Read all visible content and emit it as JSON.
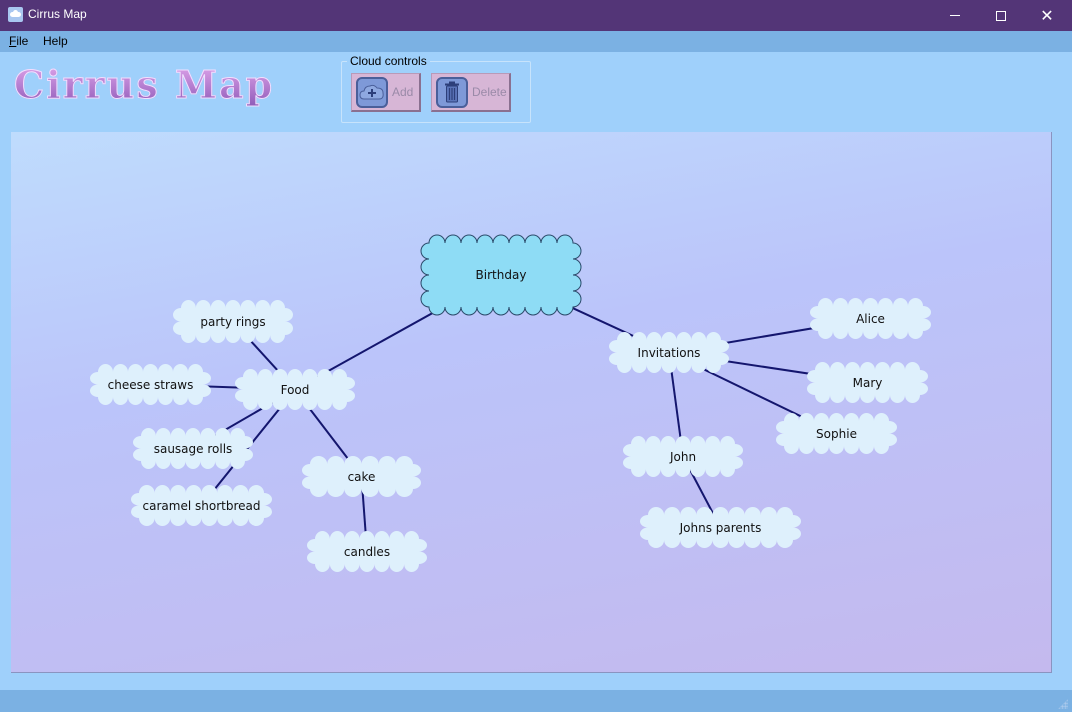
{
  "window": {
    "title": "Cirrus Map",
    "icon": "cloud-app-icon",
    "controls": {
      "minimize": "minimize-icon",
      "maximize": "maximize-icon",
      "close": "close-icon"
    }
  },
  "menu": {
    "items": [
      {
        "label": "File",
        "mnemonic": "F"
      },
      {
        "label": "Help"
      }
    ]
  },
  "logo": {
    "text": "Cirrus Map"
  },
  "cloud_controls": {
    "group_label": "Cloud controls",
    "add": {
      "label": "Add",
      "icon": "cloud-plus-icon",
      "enabled": false
    },
    "delete": {
      "label": "Delete",
      "icon": "trash-icon",
      "enabled": false
    }
  },
  "colors": {
    "title_bar": "#533577",
    "menu_bar": "#7bb1e3",
    "window_bg": "#9fd0fb",
    "root_cloud": "#8edcf5",
    "cloud": "#def0fc",
    "link": "#14166e",
    "button_bg": "#d7b6d6"
  },
  "mind_map": {
    "root": "birthday",
    "nodes": {
      "birthday": {
        "label": "Birthday"
      },
      "food": {
        "label": "Food"
      },
      "party_rings": {
        "label": "party rings"
      },
      "cheese_straws": {
        "label": "cheese straws"
      },
      "sausage_rolls": {
        "label": "sausage rolls"
      },
      "caramel_shortbread": {
        "label": "caramel shortbread"
      },
      "cake": {
        "label": "cake"
      },
      "candles": {
        "label": "candles"
      },
      "invitations": {
        "label": "Invitations"
      },
      "alice": {
        "label": "Alice"
      },
      "mary": {
        "label": "Mary"
      },
      "sophie": {
        "label": "Sophie"
      },
      "john": {
        "label": "John"
      },
      "johns_parents": {
        "label": "Johns parents"
      }
    },
    "links": [
      [
        "birthday",
        "food"
      ],
      [
        "birthday",
        "invitations"
      ],
      [
        "food",
        "party_rings"
      ],
      [
        "food",
        "cheese_straws"
      ],
      [
        "food",
        "sausage_rolls"
      ],
      [
        "food",
        "caramel_shortbread"
      ],
      [
        "food",
        "cake"
      ],
      [
        "cake",
        "candles"
      ],
      [
        "invitations",
        "alice"
      ],
      [
        "invitations",
        "mary"
      ],
      [
        "invitations",
        "sophie"
      ],
      [
        "invitations",
        "john"
      ],
      [
        "john",
        "johns_parents"
      ]
    ]
  }
}
